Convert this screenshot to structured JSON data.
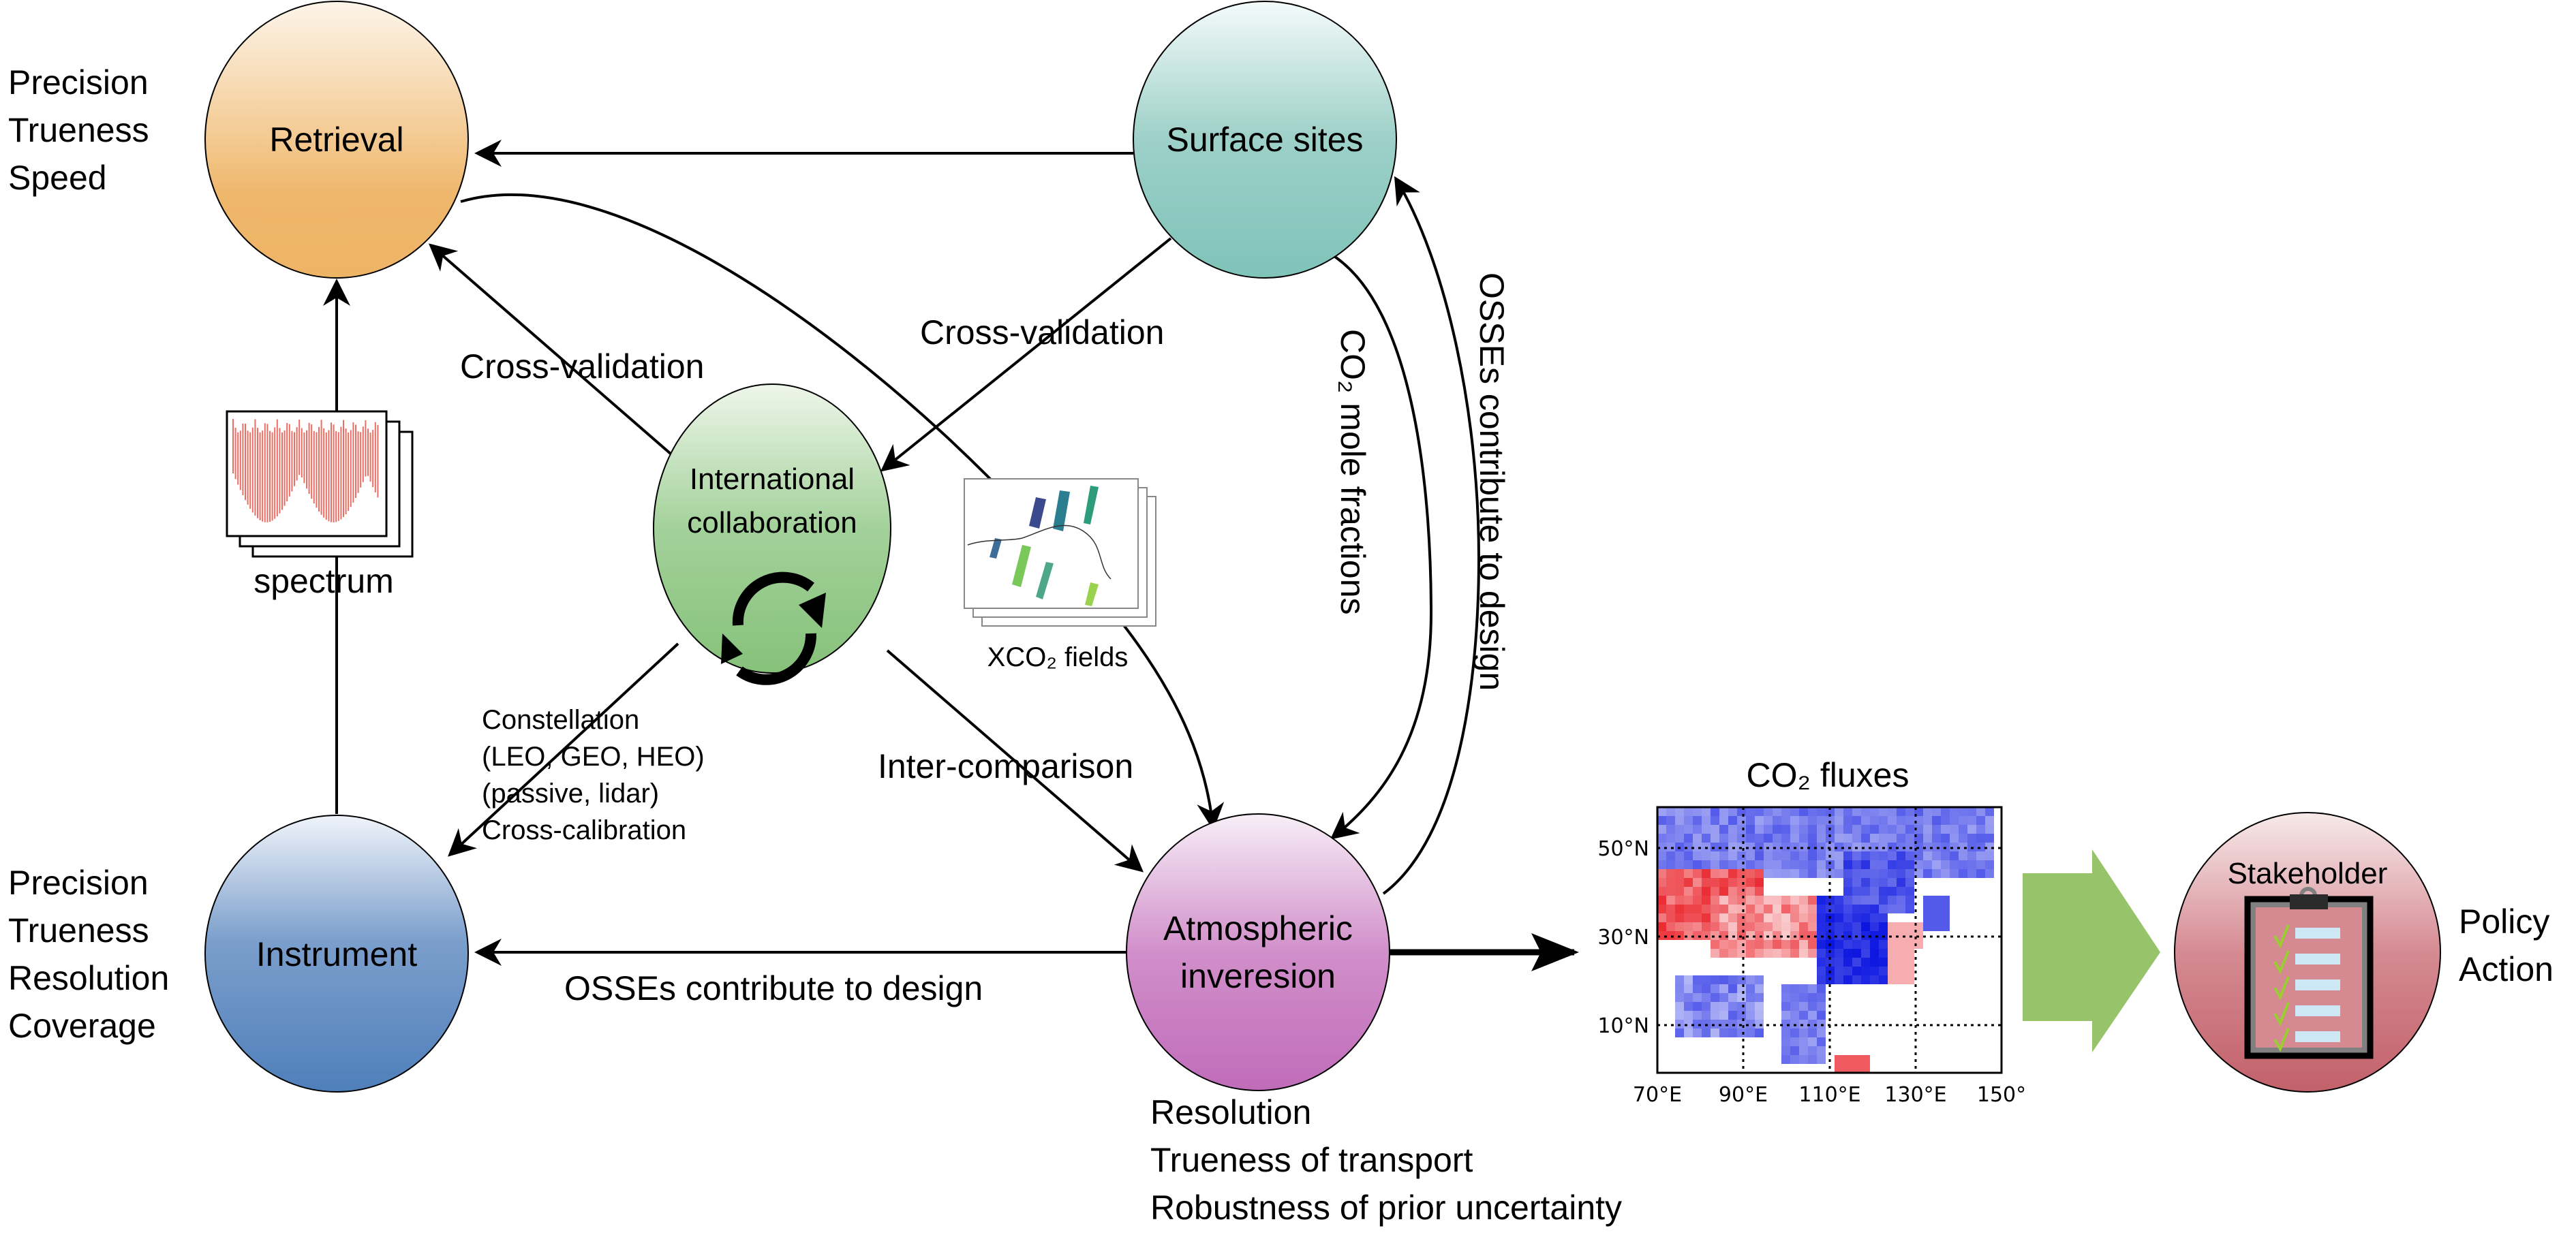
{
  "nodes": {
    "retrieval": {
      "label": "Retrieval",
      "color_top": "#fdf5ea",
      "color_bottom": "#eeb466"
    },
    "surface_sites": {
      "label": "Surface sites",
      "color_top": "#f3fafa",
      "color_bottom": "#7fc3b9"
    },
    "international": {
      "label_line1": "International",
      "label_line2": "collaboration",
      "color_top": "#eef6ea",
      "color_bottom": "#86c17a"
    },
    "instrument": {
      "label": "Instrument",
      "color_top": "#f0f4fa",
      "color_bottom": "#4f7fba"
    },
    "atmospheric": {
      "label_line1": "Atmospheric",
      "label_line2": "inveresion",
      "color_top": "#f7eef7",
      "color_bottom": "#c06cb9"
    },
    "stakeholder": {
      "label": "Stakeholder",
      "color_top": "#f7eaea",
      "color_bottom": "#c2616a"
    }
  },
  "attributes": {
    "retrieval": [
      "Precision",
      "Trueness",
      "Speed"
    ],
    "instrument": [
      "Precision",
      "Trueness",
      "Resolution",
      "Coverage"
    ],
    "atmospheric": [
      "Resolution",
      "Trueness of transport",
      "Robustness of prior uncertainty"
    ],
    "stakeholder": [
      "Policy",
      "Action"
    ]
  },
  "edge_labels": {
    "cross_validation_left": "Cross-validation",
    "cross_validation_right": "Cross-validation",
    "co2_mole_fractions": "CO₂ mole fractions",
    "osses_vertical": "OSSEs contribute to design",
    "osses_horizontal": "OSSEs contribute to design",
    "inter_comparison": "Inter-comparison",
    "constellation": [
      "Constellation",
      "(LEO, GEO, HEO)",
      "(passive, lidar)",
      "Cross-calibration"
    ]
  },
  "thumbnails": {
    "spectrum": {
      "label": "spectrum",
      "line_color": "#e8554a"
    },
    "xco2": {
      "label": "XCO₂ fields"
    }
  },
  "flux_map": {
    "title": "CO₂ fluxes",
    "lat_ticks": [
      "50°N",
      "30°N",
      "10°N"
    ],
    "lon_ticks": [
      "70°E",
      "90°E",
      "110°E",
      "130°E",
      "150°"
    ],
    "positive_color": "#e8141c",
    "negative_color": "#0a14e0"
  },
  "checklist": {
    "items": 5,
    "check_color": "#9acd32",
    "bar_color": "#cde8f4"
  },
  "big_arrow_color": "#97c36b"
}
